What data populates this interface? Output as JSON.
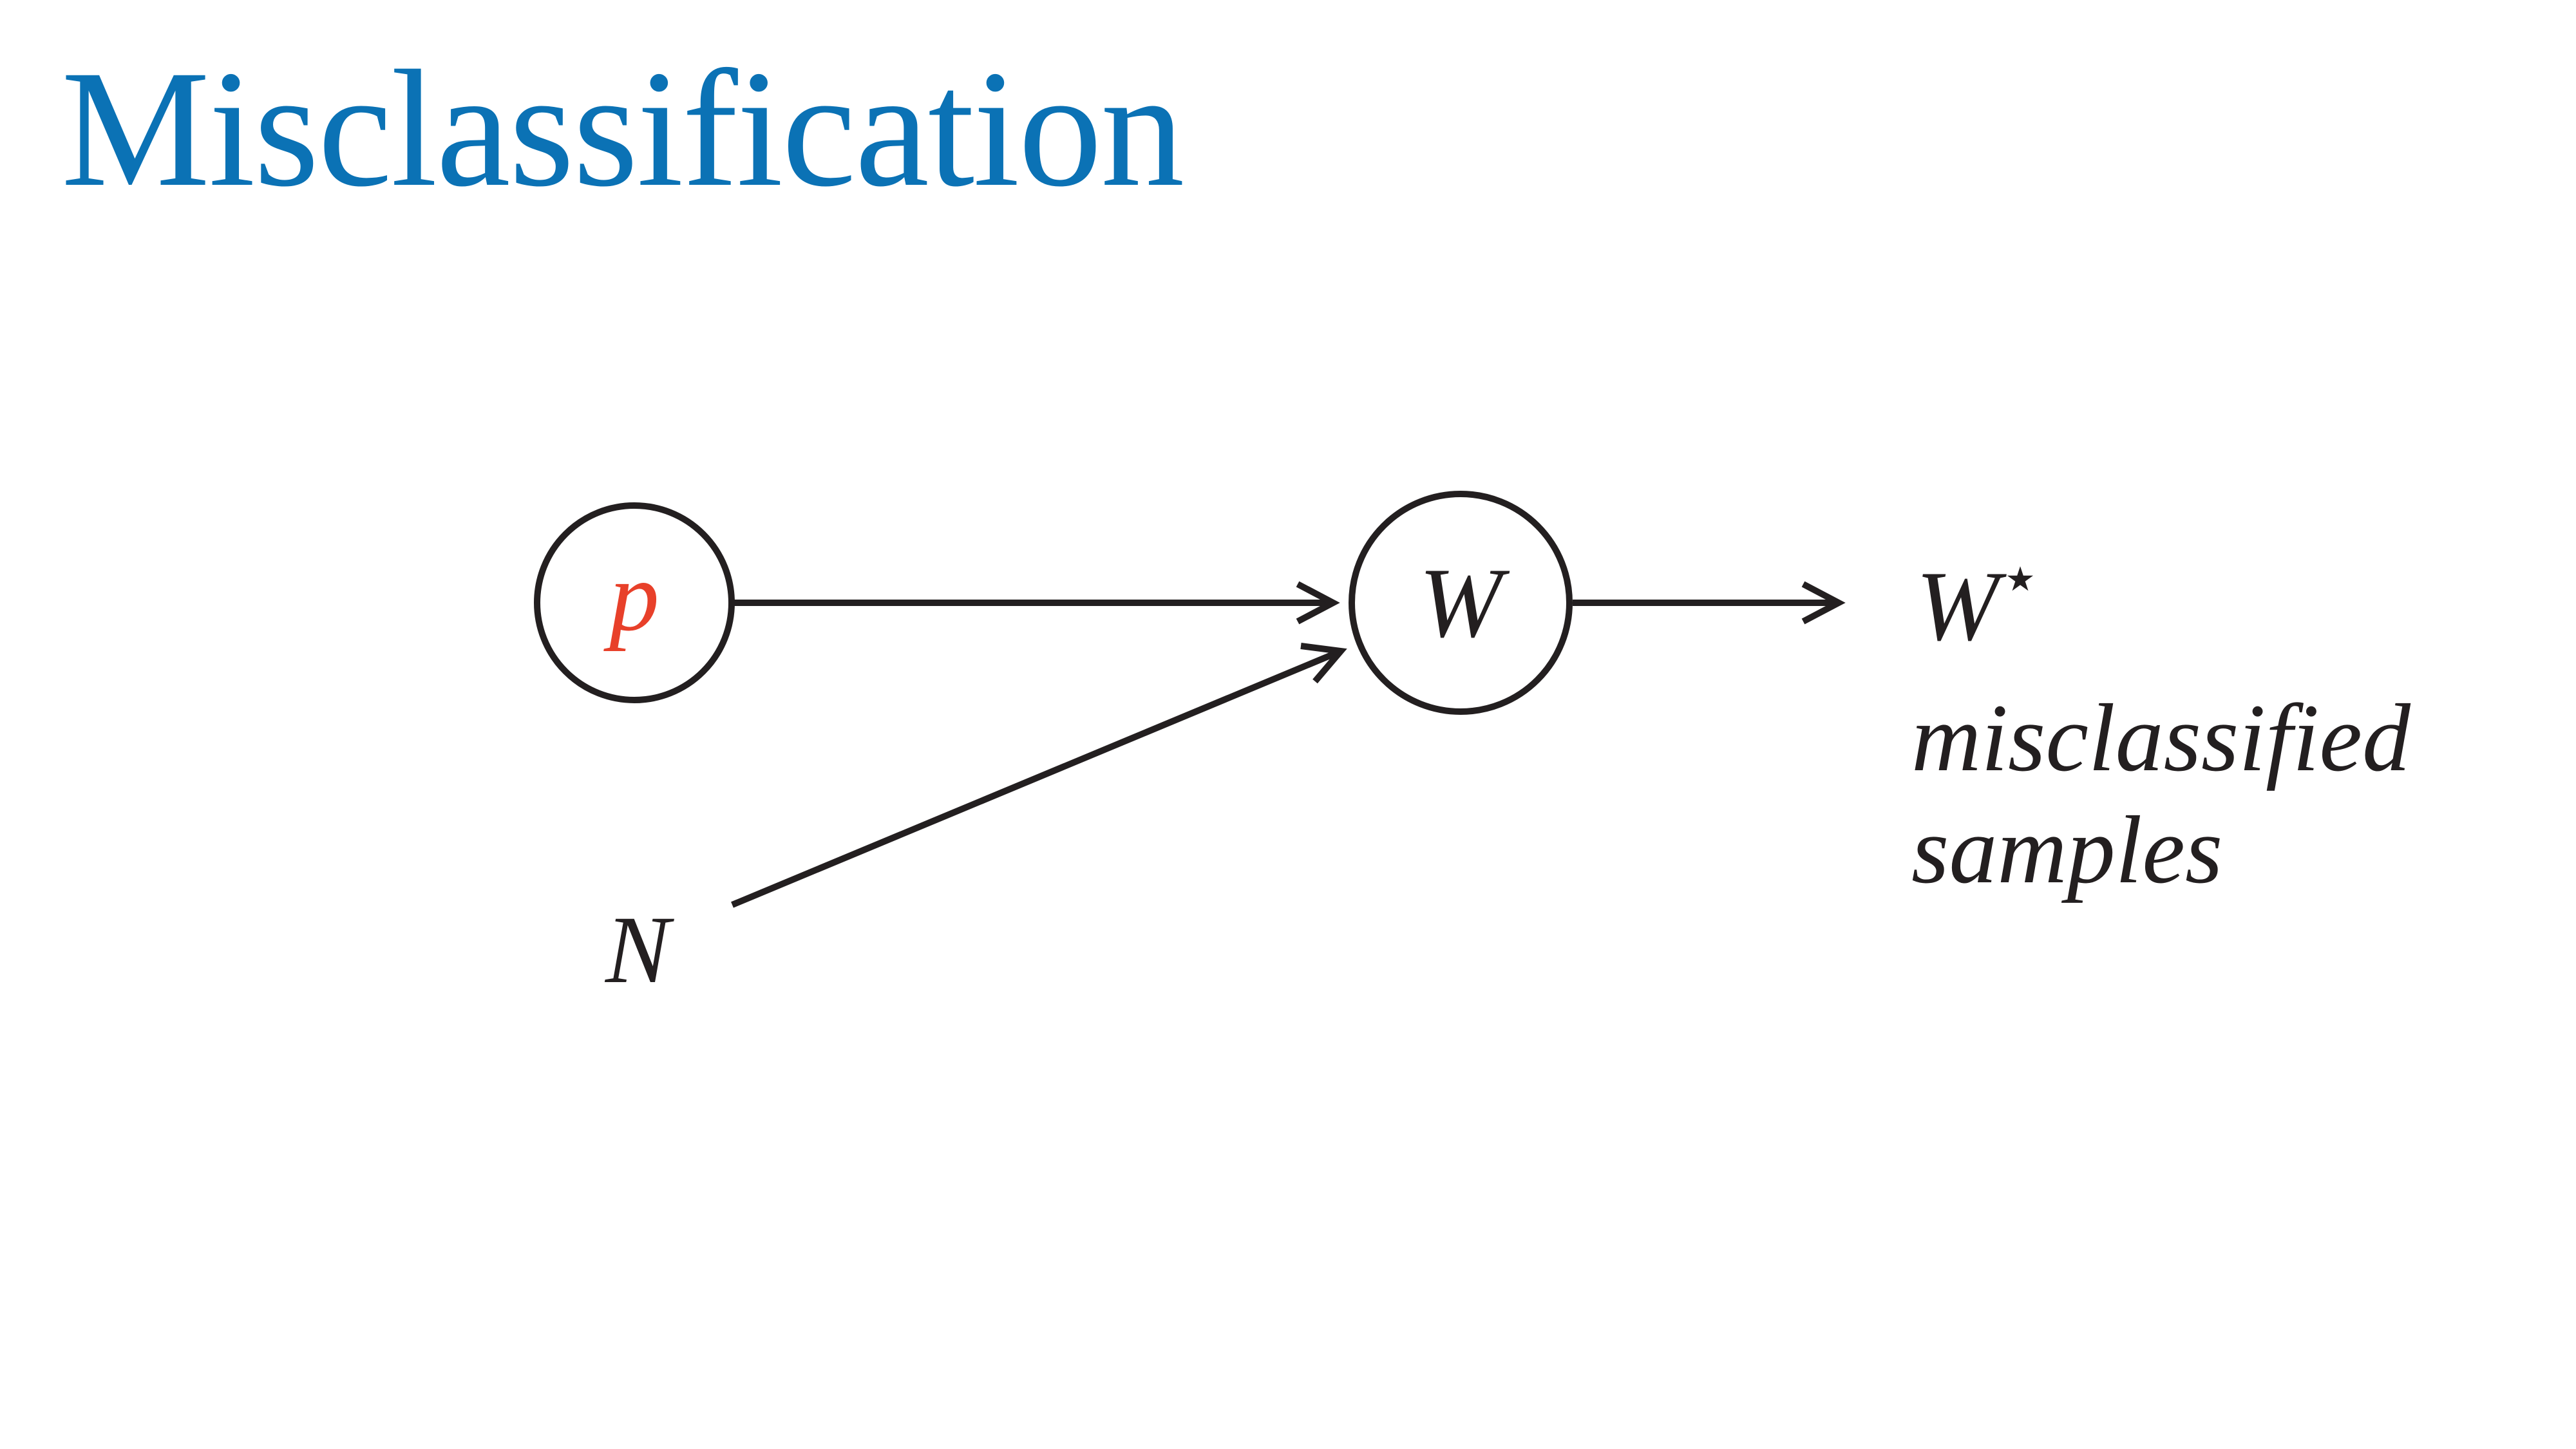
{
  "slide": {
    "title": "Misclassification"
  },
  "diagram": {
    "nodes": {
      "p": {
        "label": "p",
        "color": "#e8402a"
      },
      "w": {
        "label": "W",
        "color": "#231f20"
      },
      "n": {
        "label": "N",
        "color": "#231f20"
      }
    },
    "output": {
      "label": "W",
      "superscript": "⋆",
      "caption_line1": "misclassified",
      "caption_line2": "samples"
    },
    "colors": {
      "title": "#0b72b5",
      "stroke": "#231f20",
      "highlight": "#e8402a"
    }
  }
}
